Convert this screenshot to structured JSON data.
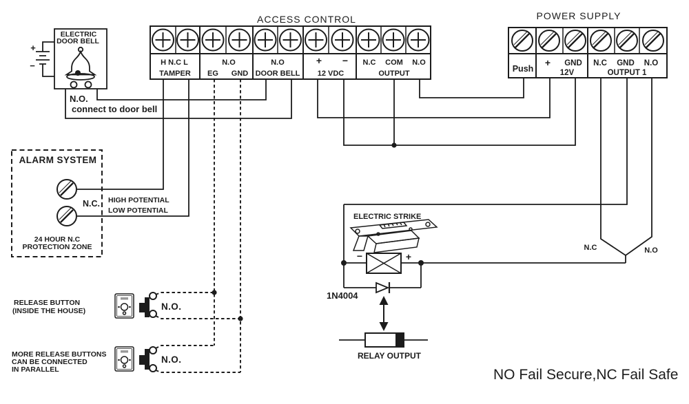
{
  "colors": {
    "background": "#ffffff",
    "line": "#1c1c1c"
  },
  "titles": {
    "access_control": "ACCESS CONTROL",
    "power_supply": "POWER SUPPLY"
  },
  "access_control": {
    "tamper_top": "H N.C L",
    "tamper_bottom": "TAMPER",
    "eg_top": "N.O",
    "eg": "EG",
    "gnd": "GND",
    "doorbell_top": "N.O",
    "doorbell_bottom": "DOOR BELL",
    "vdc_plus": "+",
    "vdc_minus": "−",
    "vdc_bottom": "12 VDC",
    "out_nc": "N.C",
    "out_com": "COM",
    "out_no": "N.O",
    "out_bottom": "OUTPUT"
  },
  "power_supply": {
    "push": "Push",
    "plus": "+",
    "gnd": "GND",
    "v12": "12V",
    "out1_nc": "N.C",
    "out1_gnd": "GND",
    "out1_no": "N.O",
    "out1": "OUTPUT 1"
  },
  "doorbell": {
    "name1": "ELECTRIC",
    "name2": "DOOR BELL",
    "plus": "+",
    "minus": "−",
    "no": "N.O.",
    "connect": "connect to door bell"
  },
  "alarm": {
    "title": "ALARM SYSTEM",
    "nc": "N.C.",
    "high": "HIGH POTENTIAL",
    "low": "LOW POTENTIAL",
    "zone1": "24 HOUR N.C",
    "zone2": "PROTECTION ZONE"
  },
  "release_button": {
    "line1": "RELEASE BUTTON",
    "line2": "(INSIDE THE HOUSE)",
    "no": "N.O."
  },
  "more_release": {
    "line1": "MORE RELEASE BUTTONS",
    "line2": "CAN BE CONNECTED",
    "line3": "IN PARALLEL",
    "no": "N.O."
  },
  "strike": {
    "label": "ELECTRIC STRIKE",
    "minus": "−",
    "plus": "+"
  },
  "selector": {
    "nc": "N.C",
    "no": "N.O"
  },
  "diode": {
    "label": "1N4004"
  },
  "relay": {
    "label": "RELAY OUTPUT"
  },
  "footer": {
    "note": "NO Fail Secure,NC Fail Safe"
  }
}
